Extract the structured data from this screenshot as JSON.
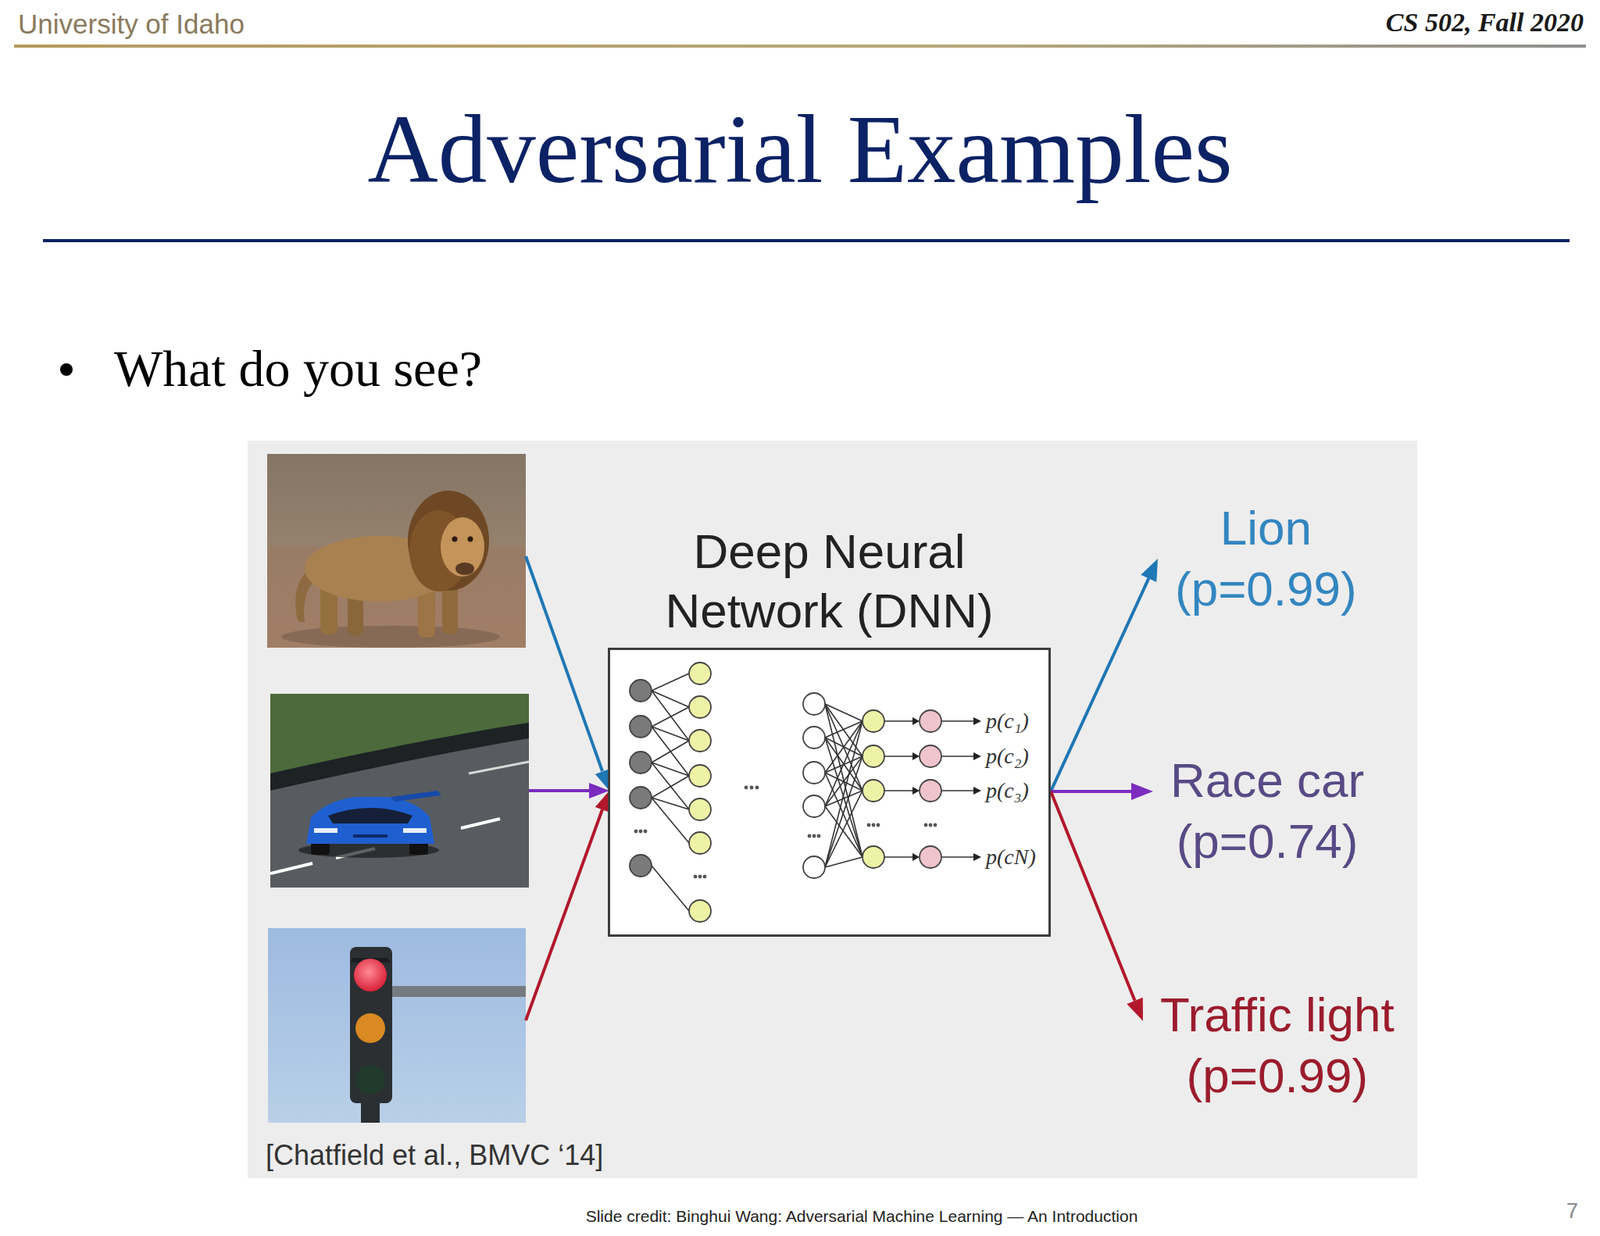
{
  "diagram": {
    "title": "Adversarial Examples",
    "nodes": [
      {
        "text": [
          "Deep Neural Network (DNN)"
        ]
      },
      {
        "text": [
          "Lion",
          "(p=0.99)"
        ]
      },
      {
        "text": [
          "Race car",
          "(p=0.74)"
        ]
      },
      {
        "text": [
          "Traffic light",
          "(p=0.99)"
        ]
      }
    ],
    "edges": [
      {
        "from": 0,
        "to": 1,
        "arrow": "to"
      },
      {
        "from": 0,
        "to": 2,
        "arrow": "to"
      },
      {
        "from": 0,
        "to": 3,
        "arrow": "to"
      }
    ],
    "labels": [
      "University of Idaho",
      "CS 502, Fall 2020",
      "What do you see?",
      "p(c₁)",
      "p(c₂)",
      "p(c₃)",
      "p(cN)",
      "[Chatfield et al., BMVC ‘14]",
      "Slide credit: Binghui Wang: Adversarial Machine Learning — An Introduction",
      "7"
    ]
  }
}
